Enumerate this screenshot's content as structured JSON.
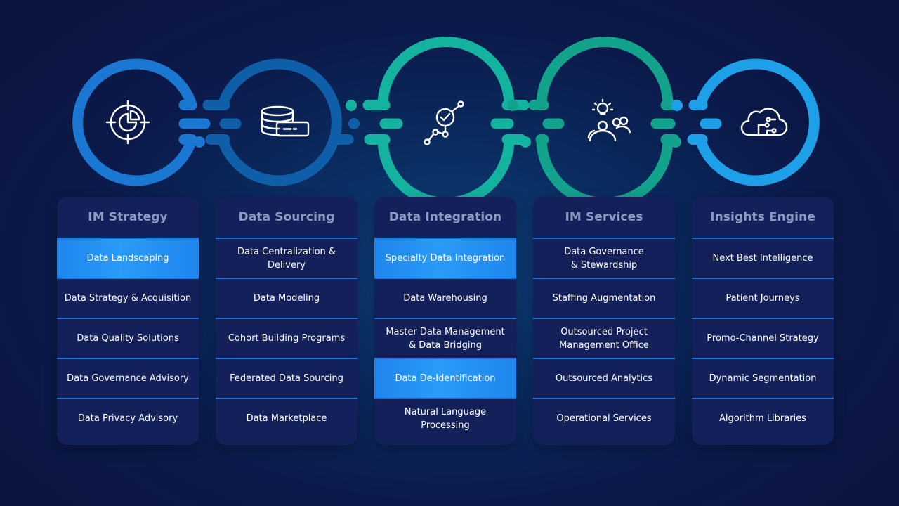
{
  "columns": [
    {
      "title": "IM Strategy",
      "icon": "target-pie-chart-icon",
      "ring_color": "#1a78d2",
      "items": [
        {
          "label": "Data Landscaping",
          "highlighted": true
        },
        {
          "label": "Data Strategy & Acquisition",
          "highlighted": false
        },
        {
          "label": "Data Quality Solutions",
          "highlighted": false
        },
        {
          "label": "Data Governance Advisory",
          "highlighted": false
        },
        {
          "label": "Data Privacy Advisory",
          "highlighted": false
        }
      ]
    },
    {
      "title": "Data Sourcing",
      "icon": "database-server-icon",
      "ring_color": "#0e5fa8",
      "items": [
        {
          "label": "Data Centralization & Delivery",
          "highlighted": false
        },
        {
          "label": "Data Modeling",
          "highlighted": false
        },
        {
          "label": "Cohort Building Programs",
          "highlighted": false
        },
        {
          "label": "Federated Data Sourcing",
          "highlighted": false
        },
        {
          "label": "Data Marketplace",
          "highlighted": false
        }
      ]
    },
    {
      "title": "Data Integration",
      "icon": "integration-check-icon",
      "ring_color": "#14b39f",
      "items": [
        {
          "label": "Specialty Data Integration",
          "highlighted": true
        },
        {
          "label": "Data Warehousing",
          "highlighted": false
        },
        {
          "label": "Master Data Management\n& Data Bridging",
          "highlighted": false
        },
        {
          "label": "Data De-Identification",
          "highlighted": true
        },
        {
          "label": "Natural Language Processing",
          "highlighted": false
        }
      ]
    },
    {
      "title": "IM Services",
      "icon": "team-idea-gear-icon",
      "ring_color": "#13a28c",
      "items": [
        {
          "label": "Data Governance\n& Stewardship",
          "highlighted": false
        },
        {
          "label": "Staffing Augmentation",
          "highlighted": false
        },
        {
          "label": "Outsourced Project\nManagement Office",
          "highlighted": false
        },
        {
          "label": "Outsourced Analytics",
          "highlighted": false
        },
        {
          "label": "Operational Services",
          "highlighted": false
        }
      ]
    },
    {
      "title": "Insights Engine",
      "icon": "cloud-circuit-icon",
      "ring_color": "#1ea0e8",
      "items": [
        {
          "label": "Next Best Intelligence",
          "highlighted": false
        },
        {
          "label": "Patient Journeys",
          "highlighted": false
        },
        {
          "label": "Promo-Channel Strategy",
          "highlighted": false
        },
        {
          "label": "Dynamic Segmentation",
          "highlighted": false
        },
        {
          "label": "Algorithm Libraries",
          "highlighted": false
        }
      ]
    }
  ]
}
